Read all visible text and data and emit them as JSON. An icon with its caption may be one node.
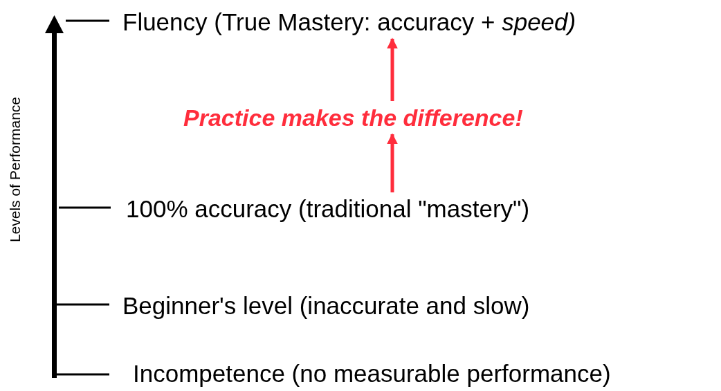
{
  "diagram": {
    "nodes": [
      {
        "text": [
          "Fluency (True Mastery: accuracy + *speed)*"
        ]
      },
      {
        "text": [
          "Practice makes the difference!"
        ]
      },
      {
        "text": [
          "100% accuracy (traditional \"mastery\")"
        ]
      },
      {
        "text": [
          "Beginner's level (inaccurate and slow)"
        ]
      },
      {
        "text": [
          "Incompetence (no measurable performance)"
        ]
      }
    ],
    "edges": [
      {
        "from": 2,
        "to": 1,
        "arrow": "to",
        "color": "#ff2d3c"
      },
      {
        "from": 1,
        "to": 0,
        "arrow": "to",
        "color": "#ff2d3c"
      }
    ],
    "labels": [
      "Levels of Performance"
    ]
  }
}
